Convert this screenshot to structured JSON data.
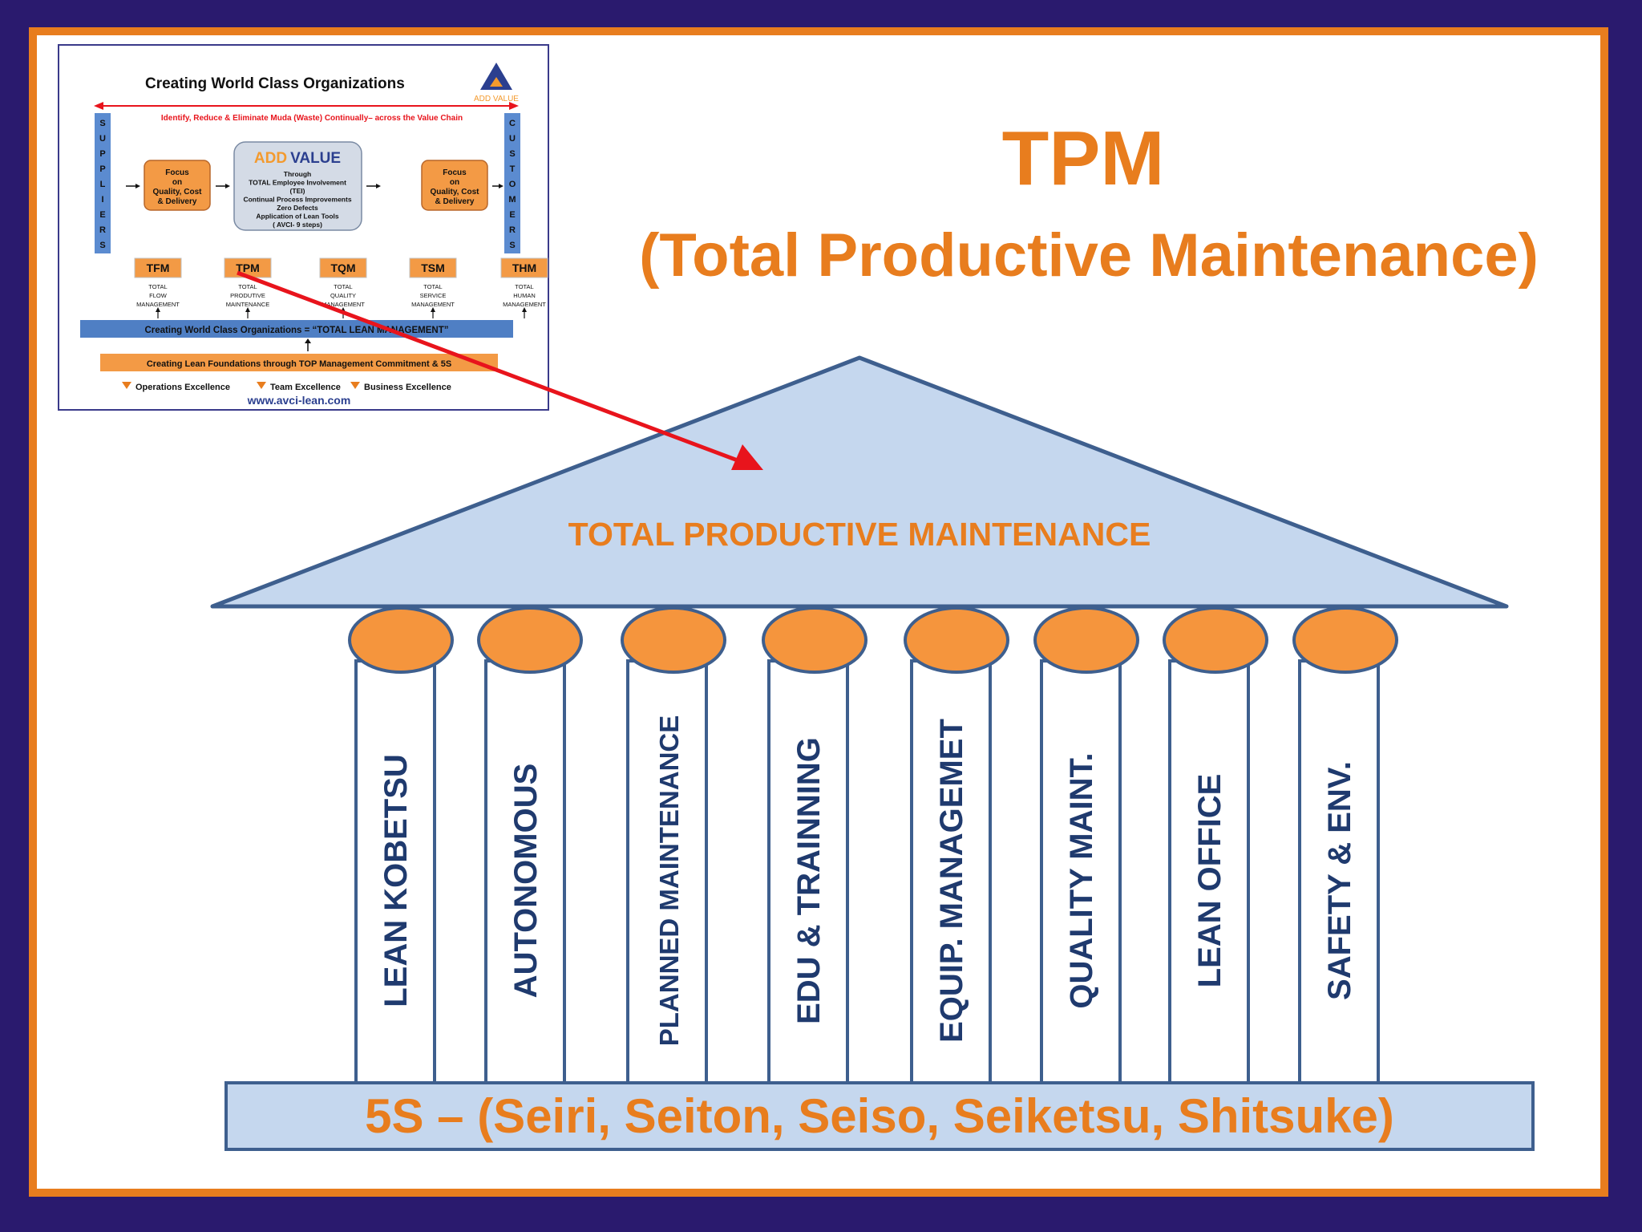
{
  "title": "TPM",
  "subtitle": "(Total Productive Maintenance)",
  "roof_label": "TOTAL PRODUCTIVE MAINTENANCE",
  "pillars": [
    {
      "label": "LEAN KOBETSU"
    },
    {
      "label": "AUTONOMOUS"
    },
    {
      "label": "PLANNED MAINTENANCE"
    },
    {
      "label": "EDU & TRAINNING"
    },
    {
      "label": "EQUIP. MANAGEMET"
    },
    {
      "label": "QUALITY MAINT."
    },
    {
      "label": "LEAN OFFICE"
    },
    {
      "label": "SAFETY & ENV."
    }
  ],
  "base_label": "5S – (Seiri, Seiton, Seiso, Seiketsu, Shitsuke)",
  "inset": {
    "title": "Creating World Class Organizations",
    "logo_text": "ADD VALUE",
    "top_banner": "Identify, Reduce & Eliminate Muda (Waste) Continually– across the Value Chain",
    "suppliers_letters": [
      "S",
      "U",
      "P",
      "P",
      "L",
      "I",
      "E",
      "R",
      "S"
    ],
    "customers_letters": [
      "C",
      "U",
      "S",
      "T",
      "O",
      "M",
      "E",
      "R",
      "S"
    ],
    "focus_left": [
      "Focus",
      "on",
      "Quality, Cost",
      "& Delivery"
    ],
    "focus_right": [
      "Focus",
      "on",
      "Quality, Cost",
      "& Delivery"
    ],
    "add_value_title_a": "ADD",
    "add_value_title_b": "VALUE",
    "add_value_lines": [
      "Through",
      "TOTAL Employee Involvement",
      "(TEI)",
      "Continual Process Improvements",
      "Zero Defects",
      "Application of Lean Tools",
      "( AVCI- 9 steps)"
    ],
    "modules": [
      {
        "code": "TFM",
        "desc": [
          "TOTAL",
          "FLOW",
          "MANAGEMENT"
        ]
      },
      {
        "code": "TPM",
        "desc": [
          "TOTAL",
          "PRODUTIVE",
          "MAINTENANCE"
        ]
      },
      {
        "code": "TQM",
        "desc": [
          "TOTAL",
          "QUALITY",
          "MANAGEMENT"
        ]
      },
      {
        "code": "TSM",
        "desc": [
          "TOTAL",
          "SERVICE",
          "MANAGEMENT"
        ]
      },
      {
        "code": "THM",
        "desc": [
          "TOTAL",
          "HUMAN",
          "MANAGEMENT"
        ]
      }
    ],
    "blue_bar": "Creating World Class Organizations = “TOTAL LEAN MANAGEMENT”",
    "orange_bar": "Creating Lean Foundations through TOP Management Commitment & 5S",
    "excellence": [
      "Operations Excellence",
      "Team Excellence",
      "Business Excellence"
    ],
    "url": "www.avci-lean.com"
  },
  "colors": {
    "orange": "#e87d1e",
    "dark_blue": "#1f3a6e",
    "light_blue": "#c5d7ee",
    "capital_orange": "#f5953d",
    "frame_purple": "#2a1a6e",
    "arrow_red": "#e8141c"
  }
}
